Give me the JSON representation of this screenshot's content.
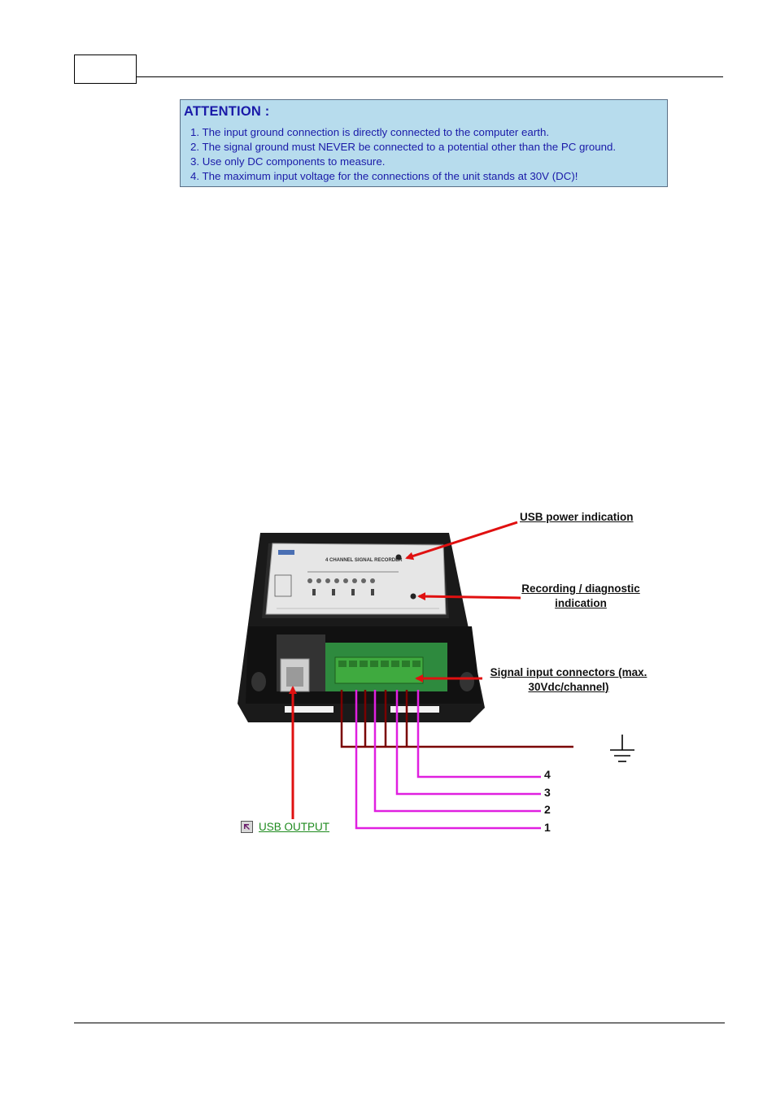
{
  "attention": {
    "title": "ATTENTION :",
    "items": [
      "1. The input ground connection is directly connected to the computer earth.",
      "2. The signal ground must NEVER be connected to a potential other than the PC ground.",
      "3. Use only DC components to measure.",
      "4. The maximum input voltage for the connections of the unit stands at 30V (DC)!"
    ]
  },
  "figure": {
    "device_title": "4 CHANNEL SIGNAL RECORDER",
    "labels": {
      "usb_power": "USB power indication",
      "recording_line1": "Recording / diagnostic",
      "recording_line2": "indication",
      "signal_line1": "Signal input connectors (max.",
      "signal_line2": "30Vdc/channel)"
    },
    "channels": [
      "4",
      "3",
      "2",
      "1"
    ],
    "usb_output_link": "USB OUTPUT",
    "colors": {
      "arrow": "#e01010",
      "ground_wire": "#7a0000",
      "signal_wire": "#e020e0",
      "terminal": "#3faa3f"
    }
  }
}
